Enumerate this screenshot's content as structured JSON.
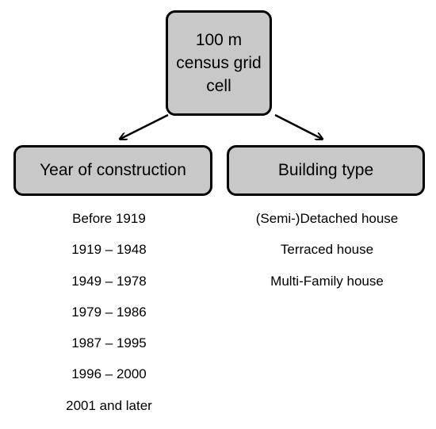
{
  "root": {
    "label": "100 m census grid cell"
  },
  "branches": [
    {
      "label": "Year of construction",
      "items": [
        "Before 1919",
        "1919 – 1948",
        "1949 – 1978",
        "1979 – 1986",
        "1987 – 1995",
        "1996 – 2000",
        "2001 and later"
      ]
    },
    {
      "label": "Building type",
      "items": [
        "(Semi-)Detached house",
        "Terraced house",
        "Multi-Family house"
      ]
    }
  ],
  "colors": {
    "box_fill": "#c8c8c8",
    "box_border": "#000000",
    "arrow": "#000000"
  }
}
